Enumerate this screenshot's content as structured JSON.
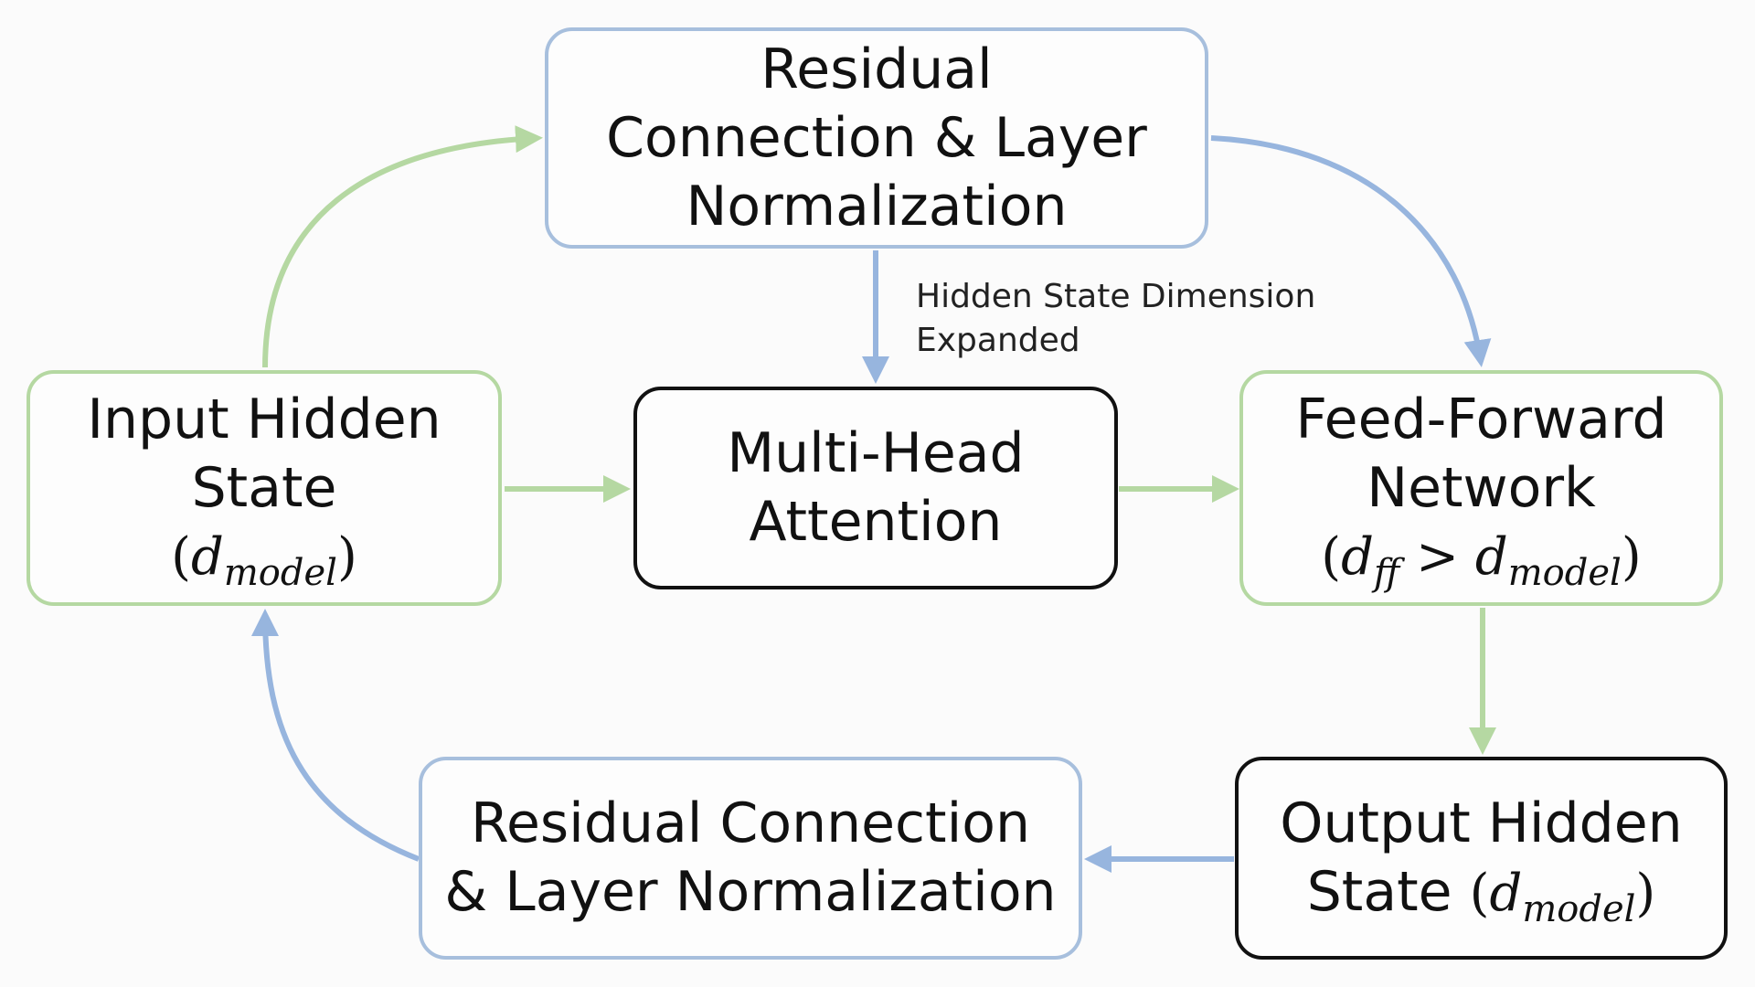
{
  "diagram": {
    "nodes": {
      "residual_top": {
        "lines": [
          "Residual",
          "Connection & Layer",
          "Normalization"
        ],
        "border_color": "#a7bfdd"
      },
      "input_hidden": {
        "lines": [
          "Input Hidden",
          "State"
        ],
        "math": {
          "open": "(",
          "base": "d",
          "sub": "model",
          "close": ")"
        },
        "border_color": "#b5d8a2"
      },
      "multi_head": {
        "lines": [
          "Multi-Head",
          "Attention"
        ],
        "border_color": "#111111"
      },
      "feed_forward": {
        "lines": [
          "Feed-Forward",
          "Network"
        ],
        "math": {
          "open": "(",
          "base1": "d",
          "sub1": "ff",
          "op": " > ",
          "base2": "d",
          "sub2": "model",
          "close": ")"
        },
        "border_color": "#b5d8a2"
      },
      "output_hidden": {
        "lines": [
          "Output Hidden"
        ],
        "line2_text": "State ",
        "math": {
          "open": "(",
          "base": "d",
          "sub": "model",
          "close": ")"
        },
        "border_color": "#111111"
      },
      "residual_bottom": {
        "lines": [
          "Residual Connection",
          "& Layer Normalization"
        ],
        "border_color": "#a7bfdd"
      }
    },
    "edge_labels": {
      "top_to_attention": [
        "Hidden State Dimension",
        "Expanded"
      ]
    },
    "colors": {
      "blue_arrow": "#97b5de",
      "green_arrow": "#b5d8a2",
      "background": "#fbfbfb"
    }
  }
}
